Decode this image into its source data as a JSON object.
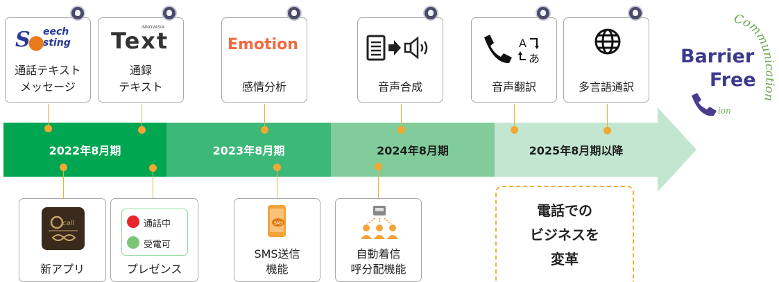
{
  "top_features": [
    {
      "logo": "SpeechPosting",
      "label_line1": "通話テキスト",
      "label_line2": "メッセージ"
    },
    {
      "logo": "Text",
      "logo_sub": "INNOVASIA",
      "label_line1": "通録",
      "label_line2": "テキスト"
    },
    {
      "logo": "Emotion",
      "label_line1": "感情分析",
      "label_line2": ""
    },
    {
      "icon": "document-to-speech-icon",
      "label_line1": "音声合成",
      "label_line2": ""
    },
    {
      "icon": "phone-translate-icon",
      "label_line1": "音声翻訳",
      "label_line2": ""
    },
    {
      "icon": "globe-icon",
      "label_line1": "多言語通訳",
      "label_line2": ""
    }
  ],
  "timeline": [
    {
      "label": "2022年8月期",
      "color": "#00a651"
    },
    {
      "label": "2023年8月期",
      "color": "#3cb878"
    },
    {
      "label": "2024年8月期",
      "color": "#82cc9c"
    },
    {
      "label": "2025年8月期以降",
      "color": "#c2e6cf"
    }
  ],
  "bottom_features": [
    {
      "icon": "qcall-app-icon",
      "label_line1": "新アプリ",
      "label_line2": ""
    },
    {
      "presence": [
        {
          "label": "通話中",
          "color": "#e8252b"
        },
        {
          "label": "受電可",
          "color": "#7cc576"
        }
      ],
      "label_line1": "プレゼンス",
      "label_line2": ""
    },
    {
      "icon": "sms-phone-icon",
      "label_line1": "SMS送信",
      "label_line2": "機能"
    },
    {
      "icon": "call-distribution-icon",
      "label_line1": "自動着信",
      "label_line2": "呼分配機能"
    }
  ],
  "callout": {
    "line1": "電話での",
    "line2": "ビジネスを",
    "line3": "変革"
  },
  "brand": {
    "line1": "Barrier",
    "line2": "Free",
    "script": "Communication"
  }
}
